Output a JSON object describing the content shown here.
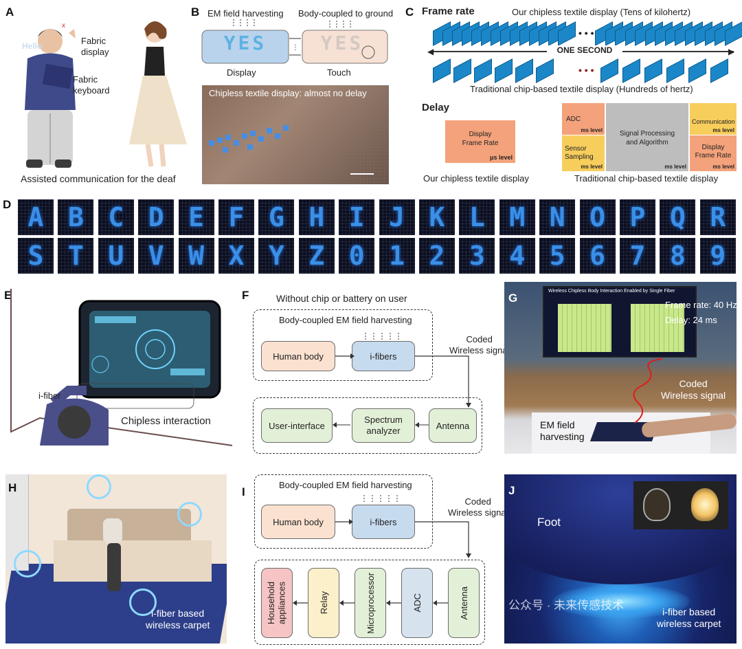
{
  "panels": {
    "A": {
      "label": "A",
      "fabric_display": "Fabric\ndisplay",
      "fabric_keyboard": "Fabric\nkeyboard",
      "shirt_text": "Hello",
      "caption": "Assisted communication for the deaf"
    },
    "B": {
      "label": "B",
      "em_harvesting": "EM field harvesting",
      "body_coupled": "Body-coupled to ground",
      "display_word": "YES",
      "touch_word": "YES",
      "display": "Display",
      "touch": "Touch",
      "photo_caption": "Chipless textile display: almost no delay"
    },
    "C": {
      "label": "C",
      "frame_rate": "Frame rate",
      "ours_top": "Our chipless textile display (Tens of kilohertz)",
      "one_second": "ONE SECOND",
      "trad_bottom": "Traditional chip-based textile display (Hundreds of hertz)",
      "delay": "Delay",
      "ours_box_label": "Display\nFrame Rate",
      "ours_box_unit": "μs level",
      "ours_caption": "Our chipless textile display",
      "adc": "ADC",
      "adc_unit": "ms level",
      "sensor": "Sensor\nSampling",
      "sensor_unit": "ms level",
      "signal": "Signal Processing\nand Algorithm",
      "signal_unit": "ms level",
      "communication": "Communication",
      "communication_unit": "ms level",
      "disp_fr": "Display\nFrame Rate",
      "disp_fr_unit": "ms level",
      "trad_caption": "Traditional chip-based textile display"
    },
    "D": {
      "label": "D",
      "row1": [
        "A",
        "B",
        "C",
        "D",
        "E",
        "F",
        "G",
        "H",
        "I",
        "J",
        "K",
        "L",
        "M",
        "N",
        "O",
        "P",
        "Q",
        "R"
      ],
      "row2": [
        "S",
        "T",
        "U",
        "V",
        "W",
        "X",
        "Y",
        "Z",
        "0",
        "1",
        "2",
        "3",
        "4",
        "5",
        "6",
        "7",
        "8",
        "9"
      ]
    },
    "E": {
      "label": "E",
      "ifiber": "i-fiber",
      "caption": "Chipless interaction"
    },
    "F": {
      "label": "F",
      "title": "Without chip or battery on user",
      "harvest": "Body-coupled EM field harvesting",
      "human": "Human body",
      "fibers": "i-fibers",
      "coded": "Coded\nWireless signal",
      "ui": "User-interface",
      "spectrum": "Spectrum\nanalyzer",
      "antenna": "Antenna"
    },
    "G": {
      "label": "G",
      "screen_title": "Wireless Chipless Body Interaction Enabled by Single Fiber",
      "frame_rate": "Frame rate: 40 Hz",
      "delay": "Delay: 24 ms",
      "coded": "Coded\nWireless signal",
      "em": "EM field\nharvesting"
    },
    "H": {
      "label": "H",
      "caption": "i-fiber based\nwireless carpet"
    },
    "I": {
      "label": "I",
      "harvest": "Body-coupled EM field harvesting",
      "human": "Human body",
      "fibers": "i-fibers",
      "coded": "Coded\nWireless signal",
      "household": "Household\nappliances",
      "relay": "Relay",
      "micro": "Microprocessor",
      "adc": "ADC",
      "antenna": "Antenna"
    },
    "J": {
      "label": "J",
      "foot": "Foot",
      "caption": "i-fiber based\nwireless carpet",
      "watermark": "公众号 · 未来传感技术"
    }
  }
}
